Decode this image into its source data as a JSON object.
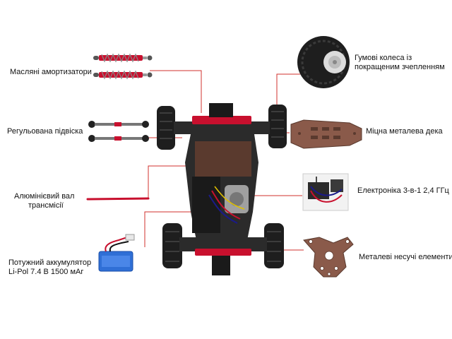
{
  "colors": {
    "callout_line": "#d0312d",
    "chassis": "#2b2b2b",
    "accent_red": "#c8102e",
    "plate": "#8a5a4a",
    "tire": "#1e1e1e",
    "battery": "#2f6fd6"
  },
  "labels": {
    "shocks": "Масляні амортизатори",
    "suspension": "Регульована підвіска",
    "drive_shaft_1": "Алюмінієвий вал",
    "drive_shaft_2": "трансмісії",
    "battery_1": "Потужний аккумулятор",
    "battery_2": "Li-Pol 7.4 В 1500 мАг",
    "tires_1": "Гумові колеса із",
    "tires_2": "покращеним зчепленням",
    "deck": "Міцна металева дека",
    "electronics": "Електроніка 3-в-1 2,4 ГГц",
    "metal_parts": "Металеві несучі елементи"
  },
  "icons": {
    "tire": "wheel-icon",
    "battery": "battery-icon",
    "shock": "shock-absorber-icon"
  }
}
